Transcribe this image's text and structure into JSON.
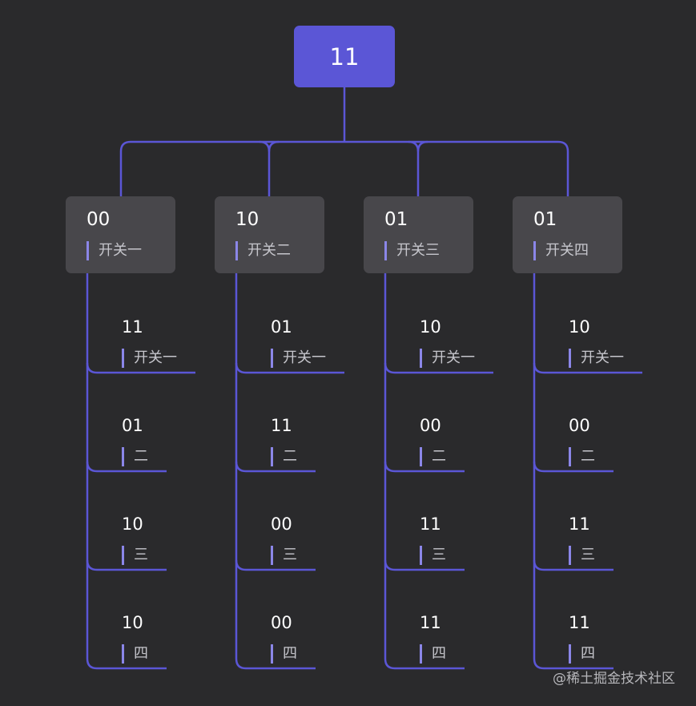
{
  "root": {
    "value": "11"
  },
  "switches": [
    {
      "value": "00",
      "label": "开关一",
      "children": [
        {
          "value": "11",
          "label": "开关一"
        },
        {
          "value": "01",
          "label": "二"
        },
        {
          "value": "10",
          "label": "三"
        },
        {
          "value": "10",
          "label": "四"
        }
      ]
    },
    {
      "value": "10",
      "label": "开关二",
      "children": [
        {
          "value": "01",
          "label": "开关一"
        },
        {
          "value": "11",
          "label": "二"
        },
        {
          "value": "00",
          "label": "三"
        },
        {
          "value": "00",
          "label": "四"
        }
      ]
    },
    {
      "value": "01",
      "label": "开关三",
      "children": [
        {
          "value": "10",
          "label": "开关一"
        },
        {
          "value": "00",
          "label": "二"
        },
        {
          "value": "11",
          "label": "三"
        },
        {
          "value": "11",
          "label": "四"
        }
      ]
    },
    {
      "value": "01",
      "label": "开关四",
      "children": [
        {
          "value": "10",
          "label": "开关一"
        },
        {
          "value": "00",
          "label": "二"
        },
        {
          "value": "11",
          "label": "三"
        },
        {
          "value": "11",
          "label": "四"
        }
      ]
    }
  ],
  "watermark": "@稀土掘金技术社区",
  "colors": {
    "background": "#2a2a2c",
    "accent": "#5b56d6",
    "connector": "#5b56d6",
    "card": "#48474b",
    "label_bar": "#8b86e8"
  }
}
